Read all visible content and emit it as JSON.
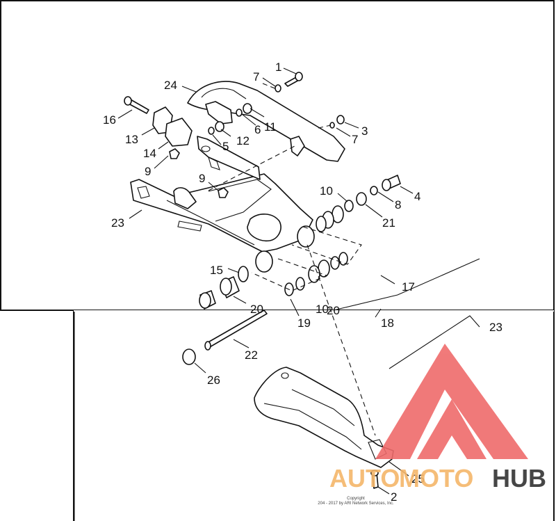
{
  "diagram": {
    "callouts": [
      {
        "id": "1",
        "label": "1"
      },
      {
        "id": "7a",
        "label": "7"
      },
      {
        "id": "24",
        "label": "24"
      },
      {
        "id": "16",
        "label": "16"
      },
      {
        "id": "13",
        "label": "13"
      },
      {
        "id": "14",
        "label": "14"
      },
      {
        "id": "9a",
        "label": "9"
      },
      {
        "id": "9b",
        "label": "9"
      },
      {
        "id": "5",
        "label": "5"
      },
      {
        "id": "12",
        "label": "12"
      },
      {
        "id": "6",
        "label": "6"
      },
      {
        "id": "11",
        "label": "11"
      },
      {
        "id": "3",
        "label": "3"
      },
      {
        "id": "7b",
        "label": "7"
      },
      {
        "id": "4",
        "label": "4"
      },
      {
        "id": "8",
        "label": "8"
      },
      {
        "id": "10a",
        "label": "10"
      },
      {
        "id": "21",
        "label": "21"
      },
      {
        "id": "23a",
        "label": "23"
      },
      {
        "id": "15",
        "label": "15"
      },
      {
        "id": "17",
        "label": "17"
      },
      {
        "id": "20",
        "label": "20"
      },
      {
        "id": "10b",
        "label": "10"
      },
      {
        "id": "20b",
        "label": "20"
      },
      {
        "id": "18",
        "label": "18"
      },
      {
        "id": "19",
        "label": "19"
      },
      {
        "id": "23b",
        "label": "23"
      },
      {
        "id": "22",
        "label": "22"
      },
      {
        "id": "26",
        "label": "26"
      },
      {
        "id": "25",
        "label": "25"
      },
      {
        "id": "2",
        "label": "2"
      }
    ],
    "copyright_line1": "Copyright",
    "copyright_line2": "204 - 2017 by ARI Network Services, Inc."
  },
  "watermark": {
    "text_auto": "AUTO",
    "text_moto": "MOTO",
    "text_hub": "HUB",
    "color_logo": "#ef6b6b",
    "color_auto": "#f5b66a",
    "color_hub": "#333333"
  }
}
